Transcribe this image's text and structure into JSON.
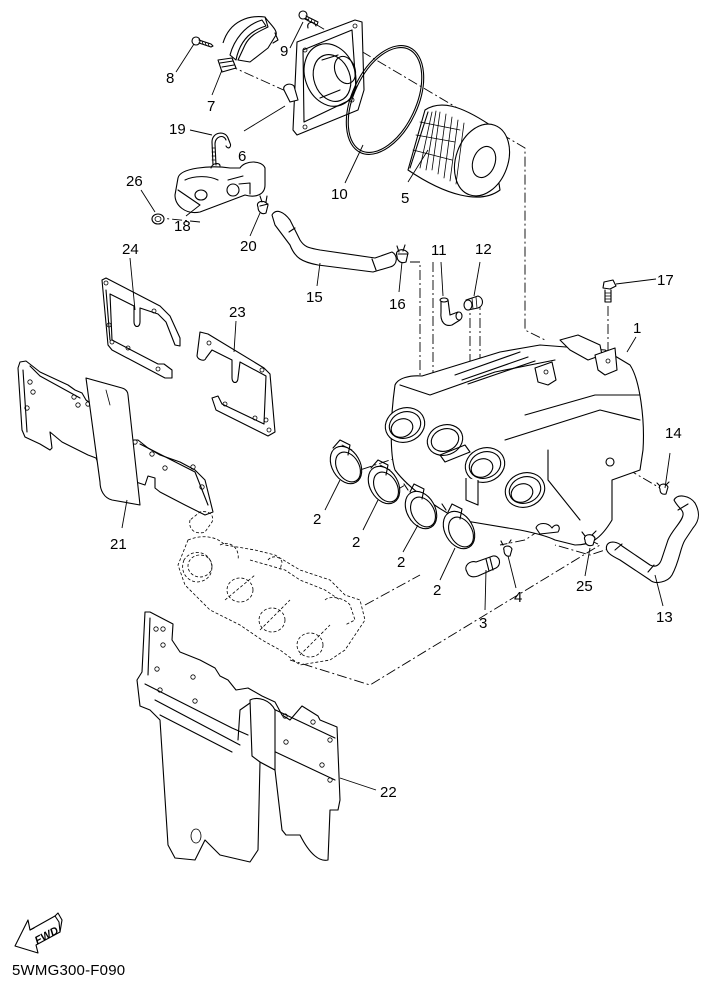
{
  "diagram": {
    "type": "exploded-parts-diagram",
    "subject": "Air intake system (air filter case, joints, plates)",
    "drawing_code": "5WMG300-F090",
    "direction_marker": "FWD",
    "colors": {
      "line": "#000000",
      "background": "#ffffff"
    }
  },
  "callouts": [
    {
      "num": "1",
      "part": "air filter case"
    },
    {
      "num": "2",
      "part": "joint clamp (x4)"
    },
    {
      "num": "3",
      "part": "plug / drain"
    },
    {
      "num": "4",
      "part": "clip"
    },
    {
      "num": "5",
      "part": "air filter element"
    },
    {
      "num": "6",
      "part": "case cap"
    },
    {
      "num": "7",
      "part": "cover bracket"
    },
    {
      "num": "8",
      "part": "screw"
    },
    {
      "num": "9",
      "part": "screw"
    },
    {
      "num": "10",
      "part": "O-ring"
    },
    {
      "num": "11",
      "part": "joint (elbow)"
    },
    {
      "num": "12",
      "part": "cap"
    },
    {
      "num": "13",
      "part": "hose"
    },
    {
      "num": "14",
      "part": "clip"
    },
    {
      "num": "15",
      "part": "hose"
    },
    {
      "num": "16",
      "part": "clip"
    },
    {
      "num": "17",
      "part": "bolt"
    },
    {
      "num": "18",
      "part": "valve assy"
    },
    {
      "num": "19",
      "part": "band"
    },
    {
      "num": "20",
      "part": "clip"
    },
    {
      "num": "21",
      "part": "plate"
    },
    {
      "num": "22",
      "part": "plate"
    },
    {
      "num": "23",
      "part": "plate"
    },
    {
      "num": "24",
      "part": "plate"
    },
    {
      "num": "25",
      "part": "clip"
    },
    {
      "num": "26",
      "part": "damper"
    }
  ],
  "labels": {
    "l1": "1",
    "l2a": "2",
    "l2b": "2",
    "l2c": "2",
    "l2d": "2",
    "l3": "3",
    "l4": "4",
    "l5": "5",
    "l6": "6",
    "l7": "7",
    "l8": "8",
    "l9": "9",
    "l10": "10",
    "l11": "11",
    "l12": "12",
    "l13": "13",
    "l14": "14",
    "l15": "15",
    "l16": "16",
    "l17": "17",
    "l18": "18",
    "l19": "19",
    "l20": "20",
    "l21": "21",
    "l22": "22",
    "l23": "23",
    "l24": "24",
    "l25": "25",
    "l26": "26"
  }
}
